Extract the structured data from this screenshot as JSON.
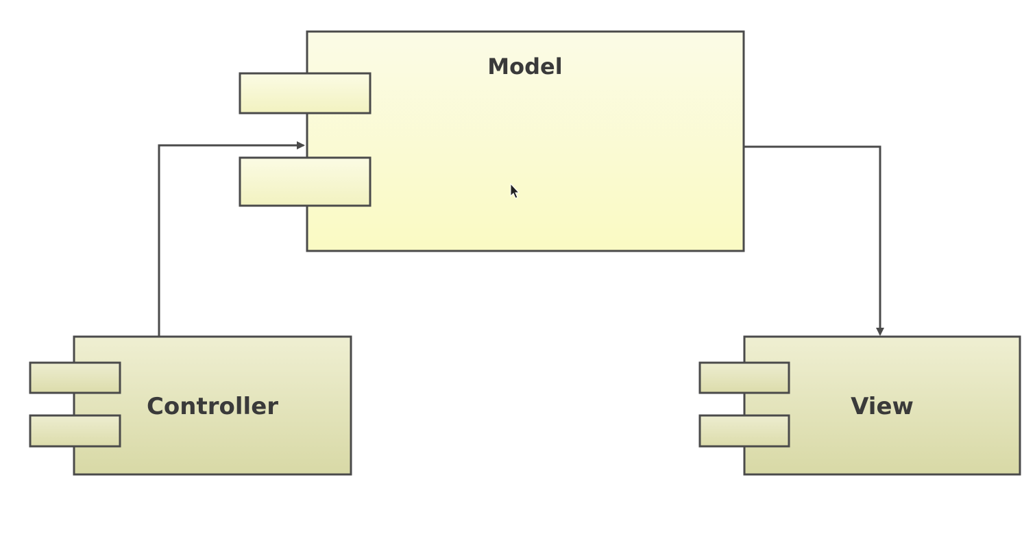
{
  "diagram": {
    "components": {
      "model": {
        "label": "Model",
        "color": "#fafac8"
      },
      "controller": {
        "label": "Controller",
        "color": "#e3e4b5"
      },
      "view": {
        "label": "View",
        "color": "#e3e4b5"
      }
    },
    "connectors": [
      {
        "from": "Controller",
        "to": "Model"
      },
      {
        "from": "Model",
        "to": "View"
      }
    ],
    "stroke_color": "#4a4a4a",
    "cursor": "arrow-cursor"
  }
}
